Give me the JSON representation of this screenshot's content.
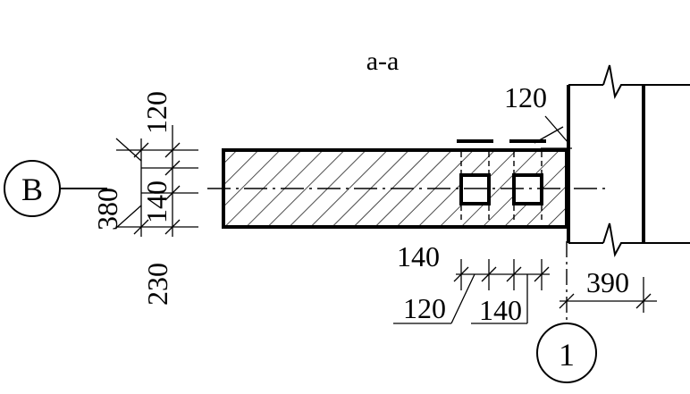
{
  "section_title": "a-a",
  "axis_labels": {
    "row": "B",
    "column": "1"
  },
  "dimensions": {
    "d120_top": "120",
    "d380": "380",
    "d140_left": "140",
    "d120_left": "120",
    "d230": "230",
    "d140_below_beam": "140",
    "d120_bottom": "120",
    "d140_bottom": "140",
    "d390": "390"
  },
  "colors": {
    "ink": "#000000",
    "paper": "#ffffff"
  }
}
